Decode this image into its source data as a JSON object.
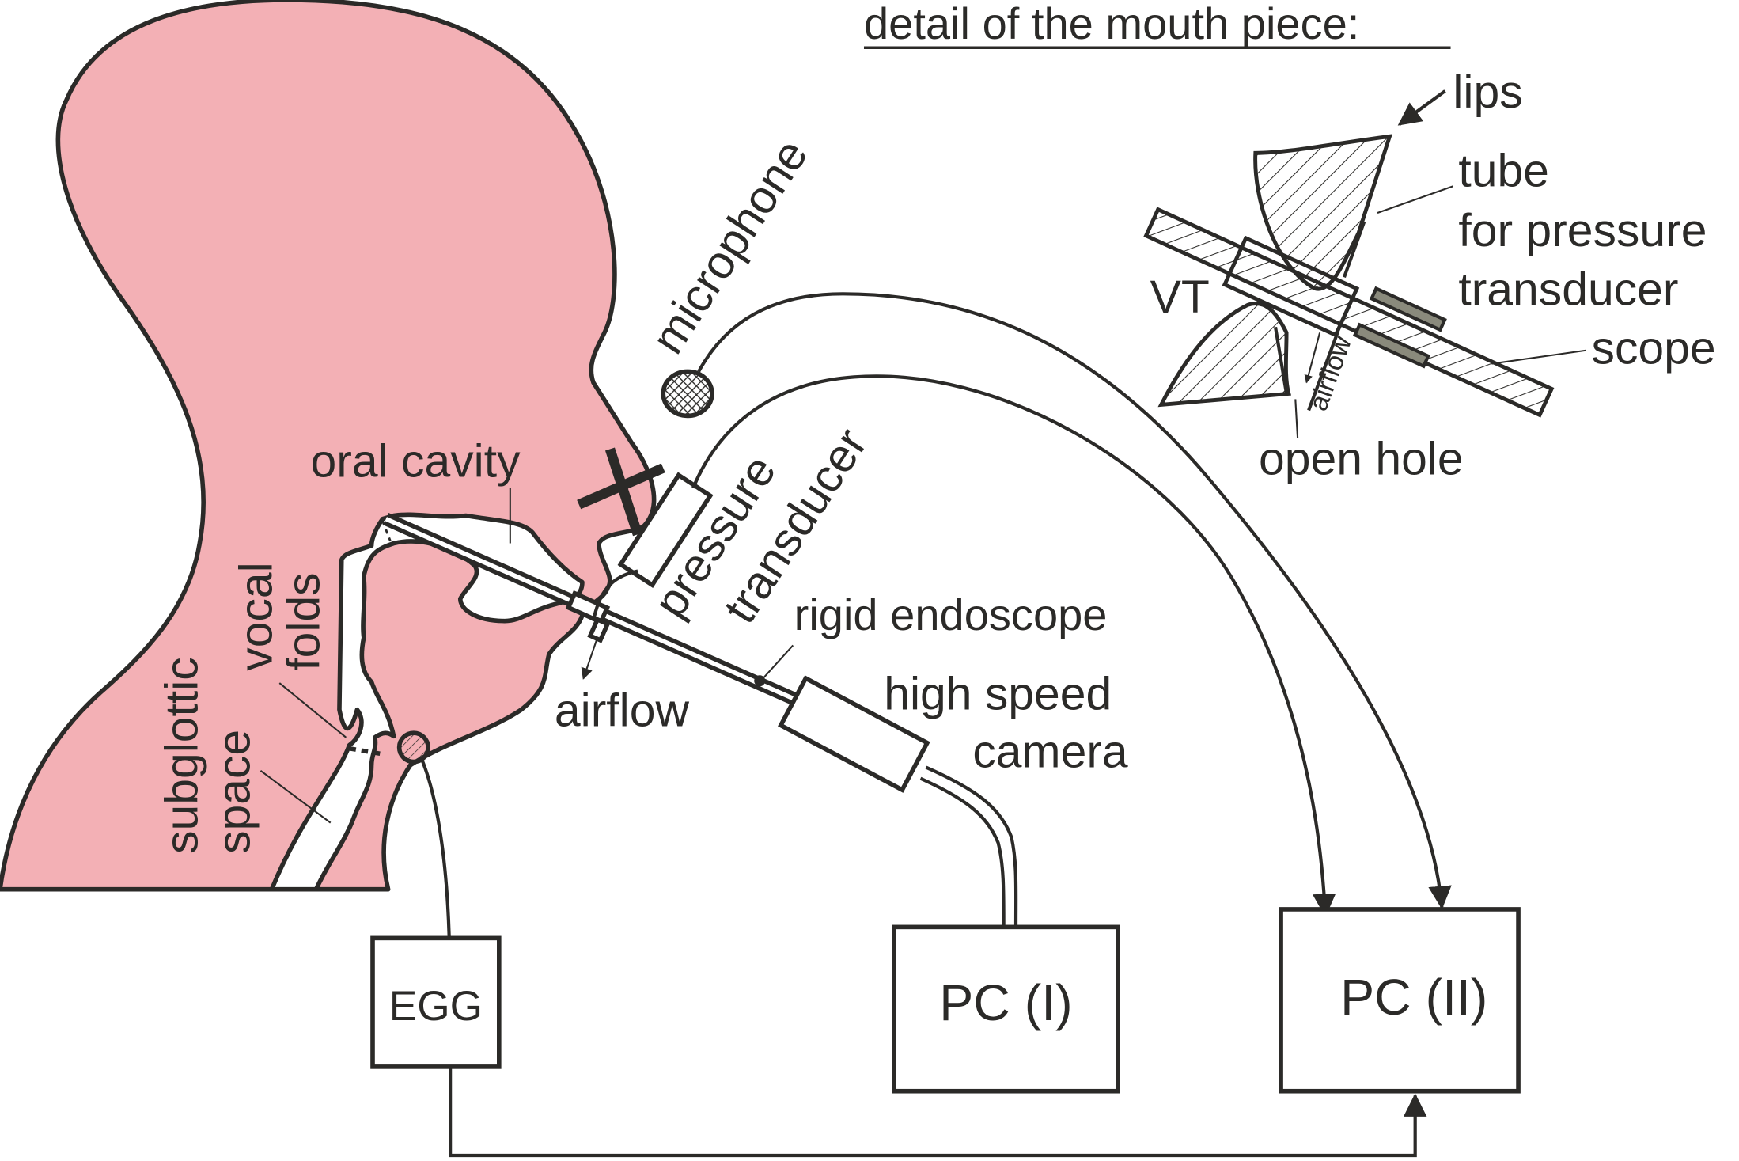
{
  "diagram": {
    "title": "detail of the mouth piece:",
    "labels": {
      "microphone": "microphone",
      "oral_cavity": "oral cavity",
      "pressure": "pressure",
      "transducer": "transducer",
      "rigid_endoscope": "rigid endoscope",
      "high_speed": "high speed",
      "camera": "camera",
      "airflow": "airflow",
      "vocal": "vocal",
      "folds": "folds",
      "subglottic": "subglottic",
      "space": "space"
    },
    "boxes": {
      "egg": "EGG",
      "pc1": "PC (I)",
      "pc2": "PC (II)"
    },
    "detail": {
      "lips": "lips",
      "tube": "tube",
      "for_pressure": "for pressure",
      "transducer": "transducer",
      "scope": "scope",
      "vt": "VT",
      "airflow": "airflow",
      "open_hole": "open hole"
    },
    "colors": {
      "skin": "#f3b0b5",
      "ink": "#2b2a28",
      "seal": "#8a8a7c"
    }
  }
}
